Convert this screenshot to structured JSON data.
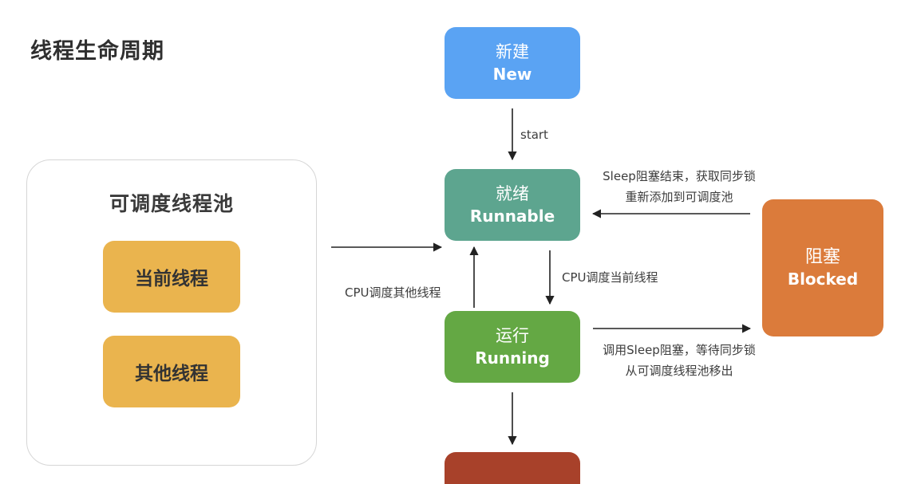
{
  "title": "线程生命周期",
  "pool": {
    "title": "可调度线程池",
    "items": [
      "当前线程",
      "其他线程"
    ]
  },
  "states": {
    "new": {
      "zh": "新建",
      "en": "New",
      "color": "#5aa3f3"
    },
    "runnable": {
      "zh": "就绪",
      "en": "Runnable",
      "color": "#5da58f"
    },
    "running": {
      "zh": "运行",
      "en": "Running",
      "color": "#64a844"
    },
    "blocked": {
      "zh": "阻塞",
      "en": "Blocked",
      "color": "#db7b3b"
    },
    "terminated": {
      "color": "#a8412a"
    }
  },
  "edges": {
    "start": "start",
    "to_runnable_line1": "Sleep阻塞结束，获取同步锁",
    "to_runnable_line2": "重新添加到可调度池",
    "cpu_current": "CPU调度当前线程",
    "cpu_other": "CPU调度其他线程",
    "to_blocked_line1": "调用Sleep阻塞，等待同步锁",
    "to_blocked_line2": "从可调度线程池移出"
  }
}
